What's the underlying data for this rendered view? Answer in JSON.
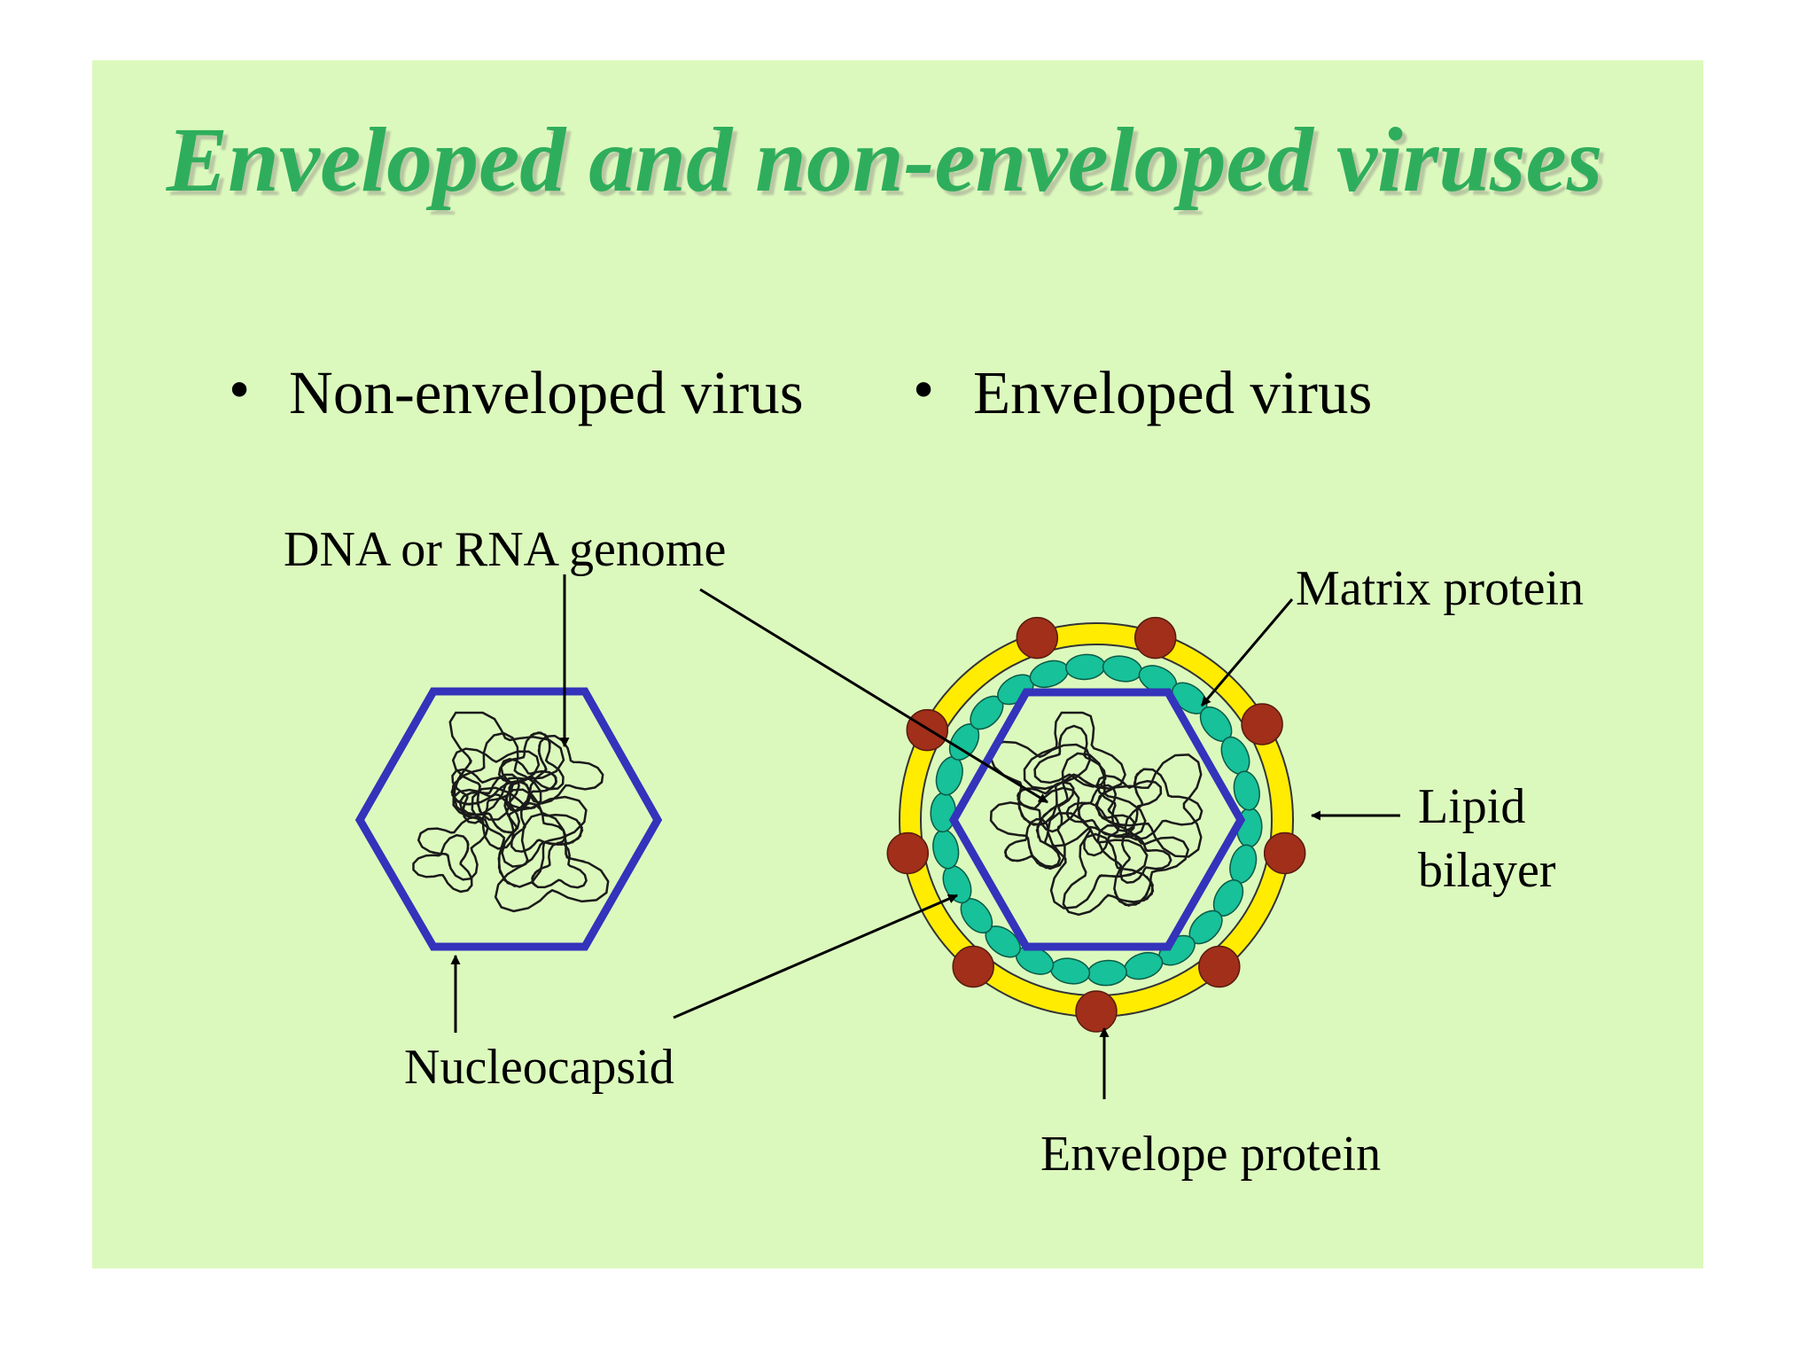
{
  "slide": {
    "title": "Enveloped and non-enveloped viruses",
    "bullets": [
      {
        "marker": "•",
        "text": "Non-enveloped virus"
      },
      {
        "marker": "•",
        "text": "Enveloped virus"
      }
    ]
  },
  "labels": {
    "genome": "DNA or RNA genome",
    "nucleocapsid": "Nucleocapsid",
    "matrix": "Matrix protein",
    "lipid_line1": "Lipid",
    "lipid_line2": "bilayer",
    "envelope_protein": "Envelope protein"
  },
  "colors": {
    "slide_background": "#dcf9bd",
    "title": "#2fae5d",
    "capsid": "#3333bb",
    "lipid": "#ffec00",
    "matrix_protein": "#17c199",
    "envelope_protein": "#a12f1a"
  }
}
